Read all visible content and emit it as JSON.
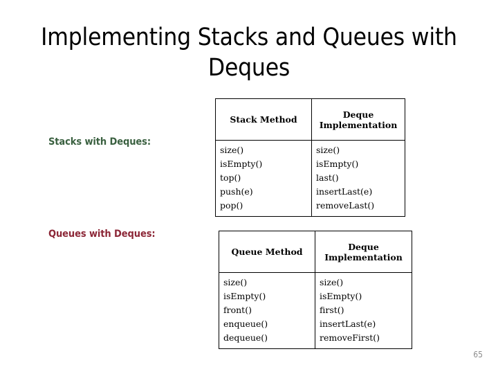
{
  "slide": {
    "title": "Implementing Stacks and Queues with Deques",
    "page_number": "65",
    "colors": {
      "stacks_label": "#3a6040",
      "queues_label": "#8c2737",
      "table_border": "#000000",
      "page_number": "#8d8d8d",
      "background": "#ffffff",
      "text": "#000000"
    }
  },
  "sections": [
    {
      "label": "Stacks with Deques:",
      "table": {
        "headers": [
          "Stack Method",
          "Deque Implementation"
        ],
        "rows": [
          [
            "size()",
            "size()"
          ],
          [
            "isEmpty()",
            "isEmpty()"
          ],
          [
            "top()",
            "last()"
          ],
          [
            "push(e)",
            "insertLast(e)"
          ],
          [
            "pop()",
            "removeLast()"
          ]
        ]
      }
    },
    {
      "label": "Queues with Deques:",
      "table": {
        "headers": [
          "Queue Method",
          "Deque Implementation"
        ],
        "rows": [
          [
            "size()",
            "size()"
          ],
          [
            "isEmpty()",
            "isEmpty()"
          ],
          [
            "front()",
            "first()"
          ],
          [
            "enqueue()",
            "insertLast(e)"
          ],
          [
            "dequeue()",
            "removeFirst()"
          ]
        ]
      }
    }
  ]
}
